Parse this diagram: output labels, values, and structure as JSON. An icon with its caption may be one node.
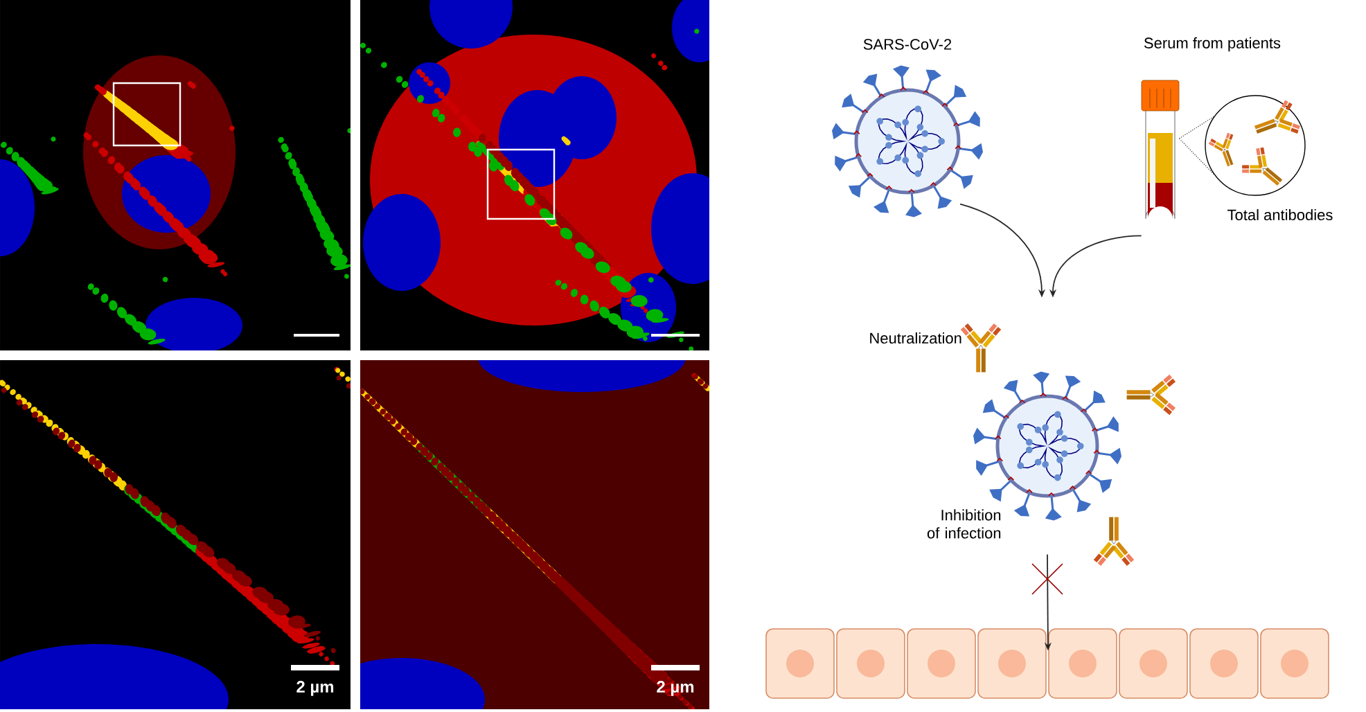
{
  "diagram": {
    "nodes": [
      {
        "text": [
          "SARS-CoV-2"
        ]
      },
      {
        "text": [
          "Serum from patients"
        ]
      },
      {
        "text": [
          "Total antibodies"
        ]
      },
      {
        "text": [
          "Neutralization"
        ]
      },
      {
        "text": [],
        "shape": "picture"
      }
    ],
    "edges": [
      {
        "from": 0,
        "to": 3,
        "arrow": "to"
      },
      {
        "from": 1,
        "to": 3,
        "arrow": "to"
      },
      {
        "from": 1,
        "to": 2,
        "arrow": "none",
        "style": "dashed"
      },
      {
        "from": 3,
        "to": 4,
        "arrow": "to",
        "label": "Inhibition of infection"
      }
    ],
    "labels": [
      "2 µm",
      "2 µm"
    ]
  }
}
